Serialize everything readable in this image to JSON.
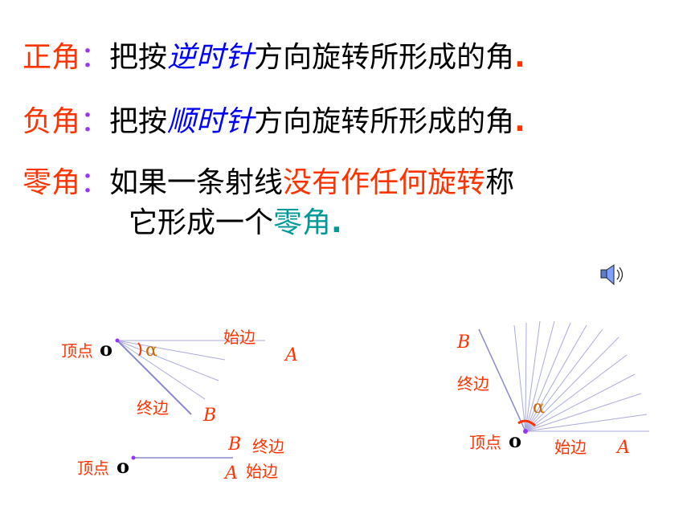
{
  "definitions": {
    "positive": {
      "term": "正角",
      "colon": "：",
      "pre": "把按",
      "emph": "逆时针",
      "post": "方向旋转所形成的角",
      "dot": "."
    },
    "negative": {
      "term": "负角",
      "colon": "：",
      "pre": "把按",
      "emph": "顺时针",
      "post": "方向旋转所形成的角",
      "dot": "."
    },
    "zero": {
      "term": "零角",
      "colon": "：",
      "pre": "如果一条射线",
      "emph": "没有作任何旋转",
      "post": "称",
      "line2_pre": "它形成一个",
      "line2_emph": "零角",
      "dot": "."
    }
  },
  "diagram_negative": {
    "vertex_label": "顶点",
    "o": "o",
    "alpha": "α",
    "initial_side": "始边",
    "terminal_side": "终边",
    "A": "A",
    "B": "B"
  },
  "diagram_zero": {
    "vertex_label": "顶点",
    "o": "o",
    "terminal_side": "终边",
    "initial_side": "始边",
    "A": "A",
    "B": "B"
  },
  "diagram_positive": {
    "vertex_label": "顶点",
    "o": "o",
    "alpha": "α",
    "initial_side": "始边",
    "terminal_side": "终边",
    "A": "A",
    "B": "B"
  },
  "speaker_icon": "speaker-icon",
  "colors": {
    "term": "#ff3300",
    "colon": "#9933ff",
    "emph_blue": "#0000ff",
    "zero_emph": "#009999",
    "alpha": "#cc6600"
  }
}
